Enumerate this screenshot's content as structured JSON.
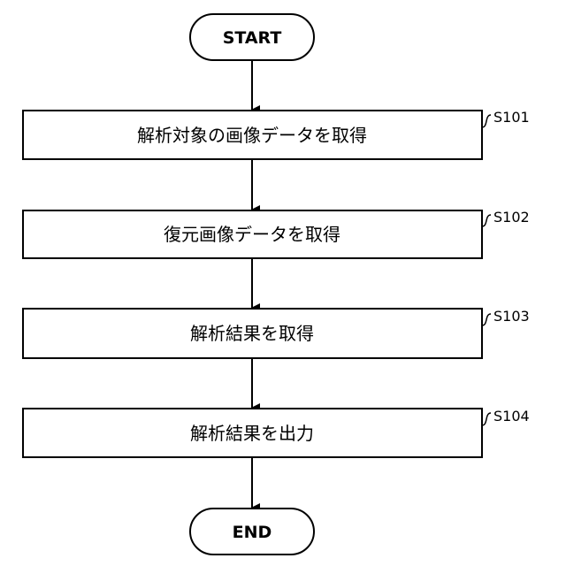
{
  "flowchart": {
    "start_label": "START",
    "end_label": "END",
    "steps": [
      {
        "id": "S101",
        "label": "解析対象の画像データを取得"
      },
      {
        "id": "S102",
        "label": "復元画像データを取得"
      },
      {
        "id": "S103",
        "label": "解析結果を取得"
      },
      {
        "id": "S104",
        "label": "解析結果を出力"
      }
    ]
  },
  "colors": {
    "stroke": "#000000",
    "fill": "#ffffff"
  }
}
